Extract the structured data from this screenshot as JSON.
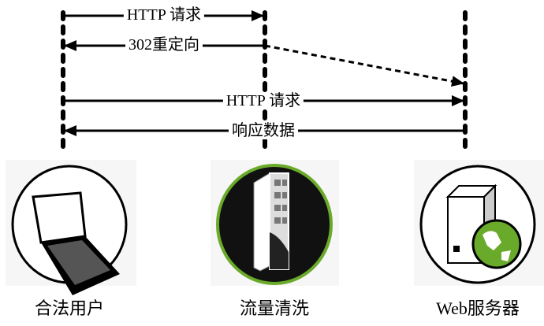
{
  "messages": [
    {
      "label": "HTTP 请求",
      "from": "合法用户",
      "to": "流量清洗"
    },
    {
      "label": "302重定向",
      "from": "流量清洗",
      "to": "合法用户"
    },
    {
      "label": "",
      "from": "流量清洗",
      "to": "Web服务器",
      "style": "dashed"
    },
    {
      "label": "HTTP 请求",
      "from": "合法用户",
      "to": "Web服务器"
    },
    {
      "label": "响应数据",
      "from": "Web服务器",
      "to": "合法用户"
    }
  ],
  "nodes": [
    {
      "label": "合法用户",
      "icon": "laptop-icon"
    },
    {
      "label": "流量清洗",
      "icon": "traffic-scrubbing-device-icon"
    },
    {
      "label": "Web服务器",
      "icon": "web-server-globe-icon"
    }
  ],
  "colors": {
    "accent": "#6aaa2a",
    "line": "#000000"
  }
}
